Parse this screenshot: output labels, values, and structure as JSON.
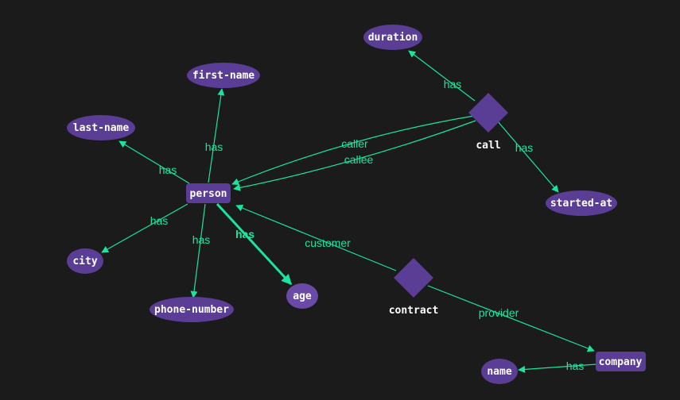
{
  "colors": {
    "background": "#1b1b1b",
    "node_fill": "#5a3d94",
    "node_text": "#ffffff",
    "edge": "#19e59e",
    "edge_label": "#19e59e"
  },
  "entities": {
    "person": "person",
    "company": "company"
  },
  "relations": {
    "call": "call",
    "contract": "contract"
  },
  "attributes": {
    "duration": "duration",
    "first_name": "first-name",
    "last_name": "last-name",
    "started_at": "started-at",
    "city": "city",
    "phone_number": "phone-number",
    "age": "age",
    "name": "name"
  },
  "edge_labels": {
    "has": "has",
    "caller": "caller",
    "callee": "callee",
    "customer": "customer",
    "provider": "provider"
  }
}
